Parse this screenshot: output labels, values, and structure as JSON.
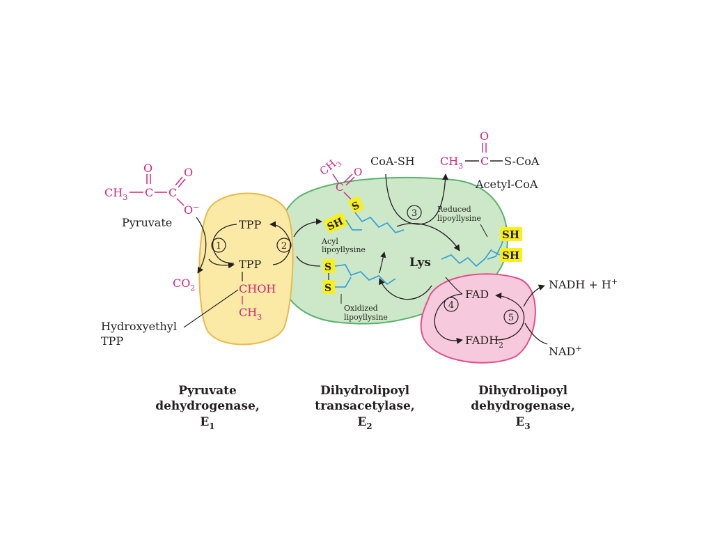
{
  "colors": {
    "e1_fill": "#fbe9a6",
    "e1_stroke": "#e9b94a",
    "e2_fill": "#cde8c8",
    "e2_stroke": "#58b26a",
    "e3_fill": "#f7c9dc",
    "e3_stroke": "#e24d8e",
    "chem_magenta": "#d4237a",
    "lipoyl_blue": "#3aa2d6",
    "sulfur_highlight": "#f8ef1c",
    "ink": "#231f20"
  },
  "pyruvate": {
    "ch3": "CH",
    "ch3_sub": "3",
    "c1": "C",
    "c2": "C",
    "o_top1": "O",
    "o_top2": "O",
    "o_minus": "O",
    "o_minus_sup": "−",
    "label": "Pyruvate"
  },
  "e1": {
    "tpp_top": "TPP",
    "tpp_bottom": "TPP",
    "chon": "CHOH",
    "ch3": "CH",
    "ch3_sub": "3",
    "co2": "CO",
    "co2_sub": "2",
    "hydroxyethyl_line1": "Hydroxyethyl",
    "hydroxyethyl_line2": "TPP",
    "step1": "1",
    "step2": "2"
  },
  "e2": {
    "acyl_ch3": "CH",
    "acyl_ch3_sub": "3",
    "acyl_c": "C",
    "acyl_o": "O",
    "sh_label": "SH",
    "s_label": "S",
    "acyl_lipo_line1": "Acyl",
    "acyl_lipo_line2": "lipoyllysine",
    "oxidized_line1": "Oxidized",
    "oxidized_line2": "lipoyllysine",
    "reduced_line1": "Reduced",
    "reduced_line2": "lipoyllysine",
    "lys": "Lys",
    "coa_sh": "CoA-SH",
    "step3": "3"
  },
  "acetyl_coa": {
    "ch3": "CH",
    "ch3_sub": "3",
    "c": "C",
    "o": "O",
    "s_coa": "S-CoA",
    "label": "Acetyl-CoA"
  },
  "e3": {
    "sh1": "SH",
    "sh2": "SH",
    "fad": "FAD",
    "fadh": "FADH",
    "fadh_sub": "2",
    "nadh": "NADH + H",
    "nadh_sup": "+",
    "nad": "NAD",
    "nad_sup": "+",
    "step4": "4",
    "step5": "5"
  },
  "captions": {
    "e1_line1": "Pyruvate",
    "e1_line2": "dehydrogenase,",
    "e1_line3": "E",
    "e1_sub": "1",
    "e2_line1": "Dihydrolipoyl",
    "e2_line2": "transacetylase,",
    "e2_line3": "E",
    "e2_sub": "2",
    "e3_line1": "Dihydrolipoyl",
    "e3_line2": "dehydrogenase,",
    "e3_line3": "E",
    "e3_sub": "3"
  }
}
